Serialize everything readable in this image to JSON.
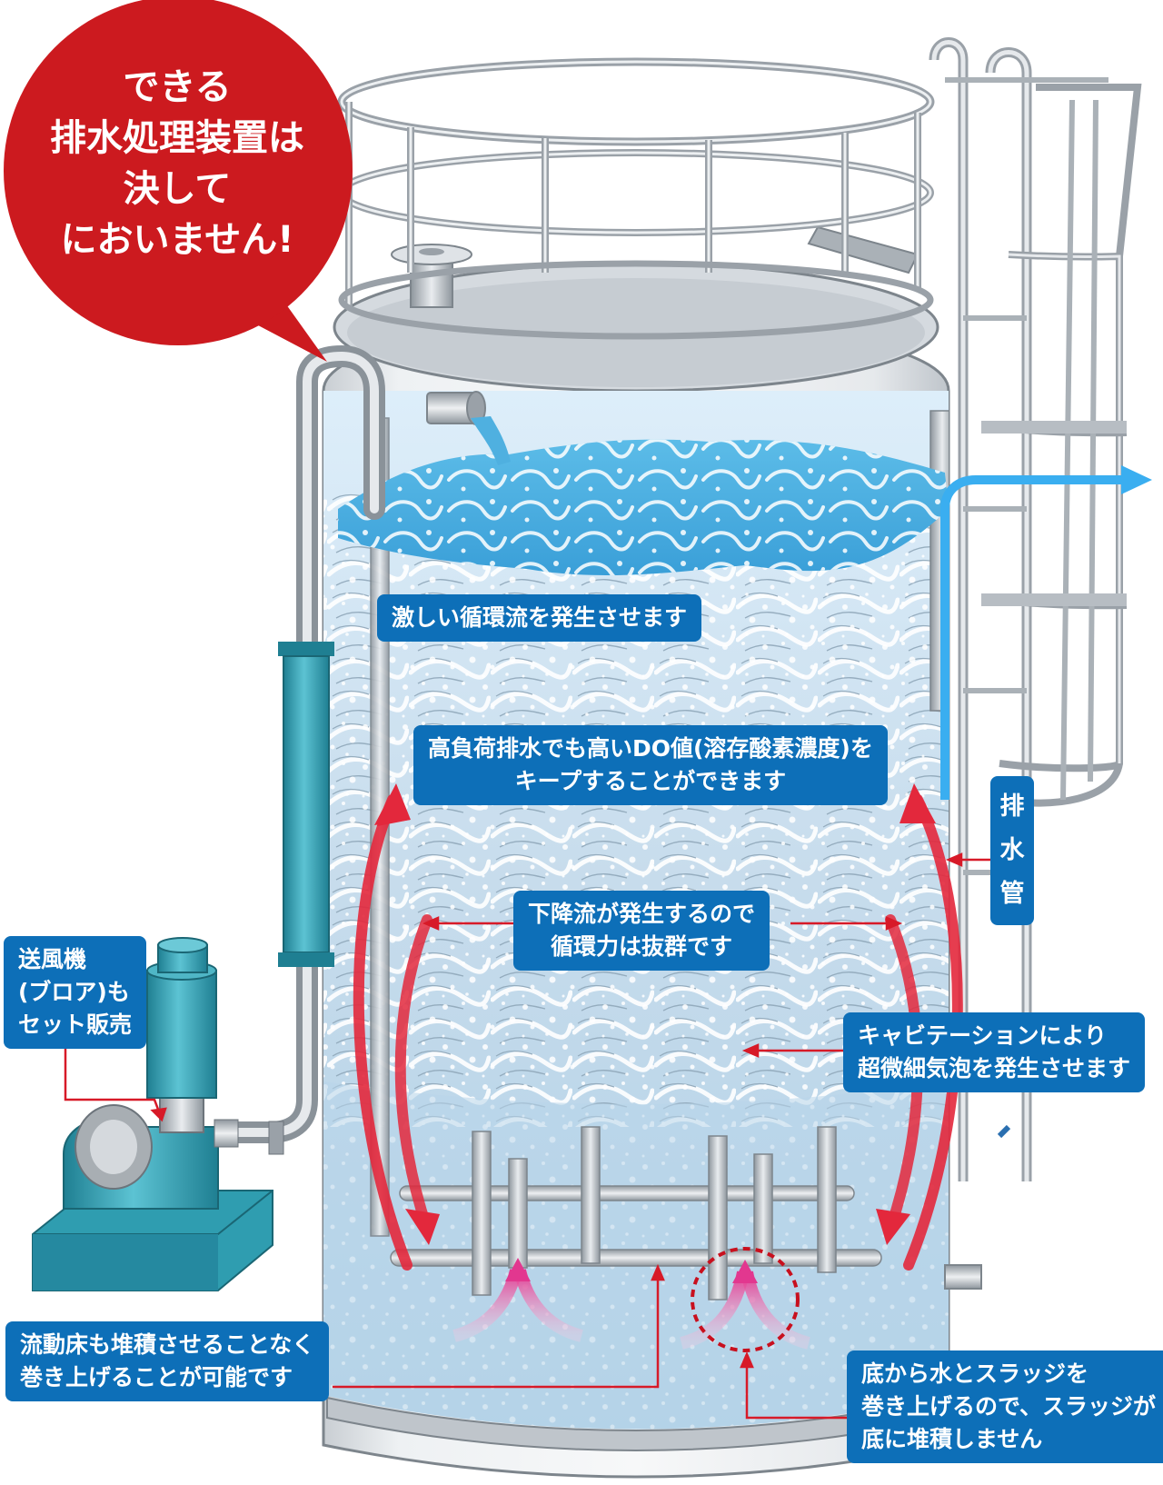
{
  "bubble": {
    "lines": [
      "できる",
      "排水処理装置は",
      "決して",
      "においません!"
    ]
  },
  "labels": {
    "circulation": [
      "激しい循環流を発生させます"
    ],
    "do_value": [
      "高負荷排水でも高いDO値(溶存酸素濃度)を",
      "キープすることができます"
    ],
    "downflow": [
      "下降流が発生するので",
      "循環力は抜群です"
    ],
    "cavitation": [
      "キャビテーションにより",
      "超微細気泡を発生させます"
    ],
    "drain_pipe": [
      "排",
      "水",
      "管"
    ],
    "blower": [
      "送風機",
      "(ブロア)も",
      "セット販売"
    ],
    "fluid_bed": [
      "流動床も堆積させることなく",
      "巻き上げることが可能です"
    ],
    "sludge": [
      "底から水とスラッジを",
      "巻き上げるので、スラッジが",
      "底に堆積しません"
    ]
  },
  "colors": {
    "bubble_red": "#cc1a1f",
    "label_blue": "#0d6fb8",
    "water_blue": "#4fb0e0",
    "arrow_red": "#e3283c",
    "blower_teal": "#2f9db0"
  },
  "icons": [
    "speech-bubble",
    "tank",
    "guard-rail",
    "ladder",
    "blower",
    "outflow-arrow",
    "circulation-arrows"
  ]
}
